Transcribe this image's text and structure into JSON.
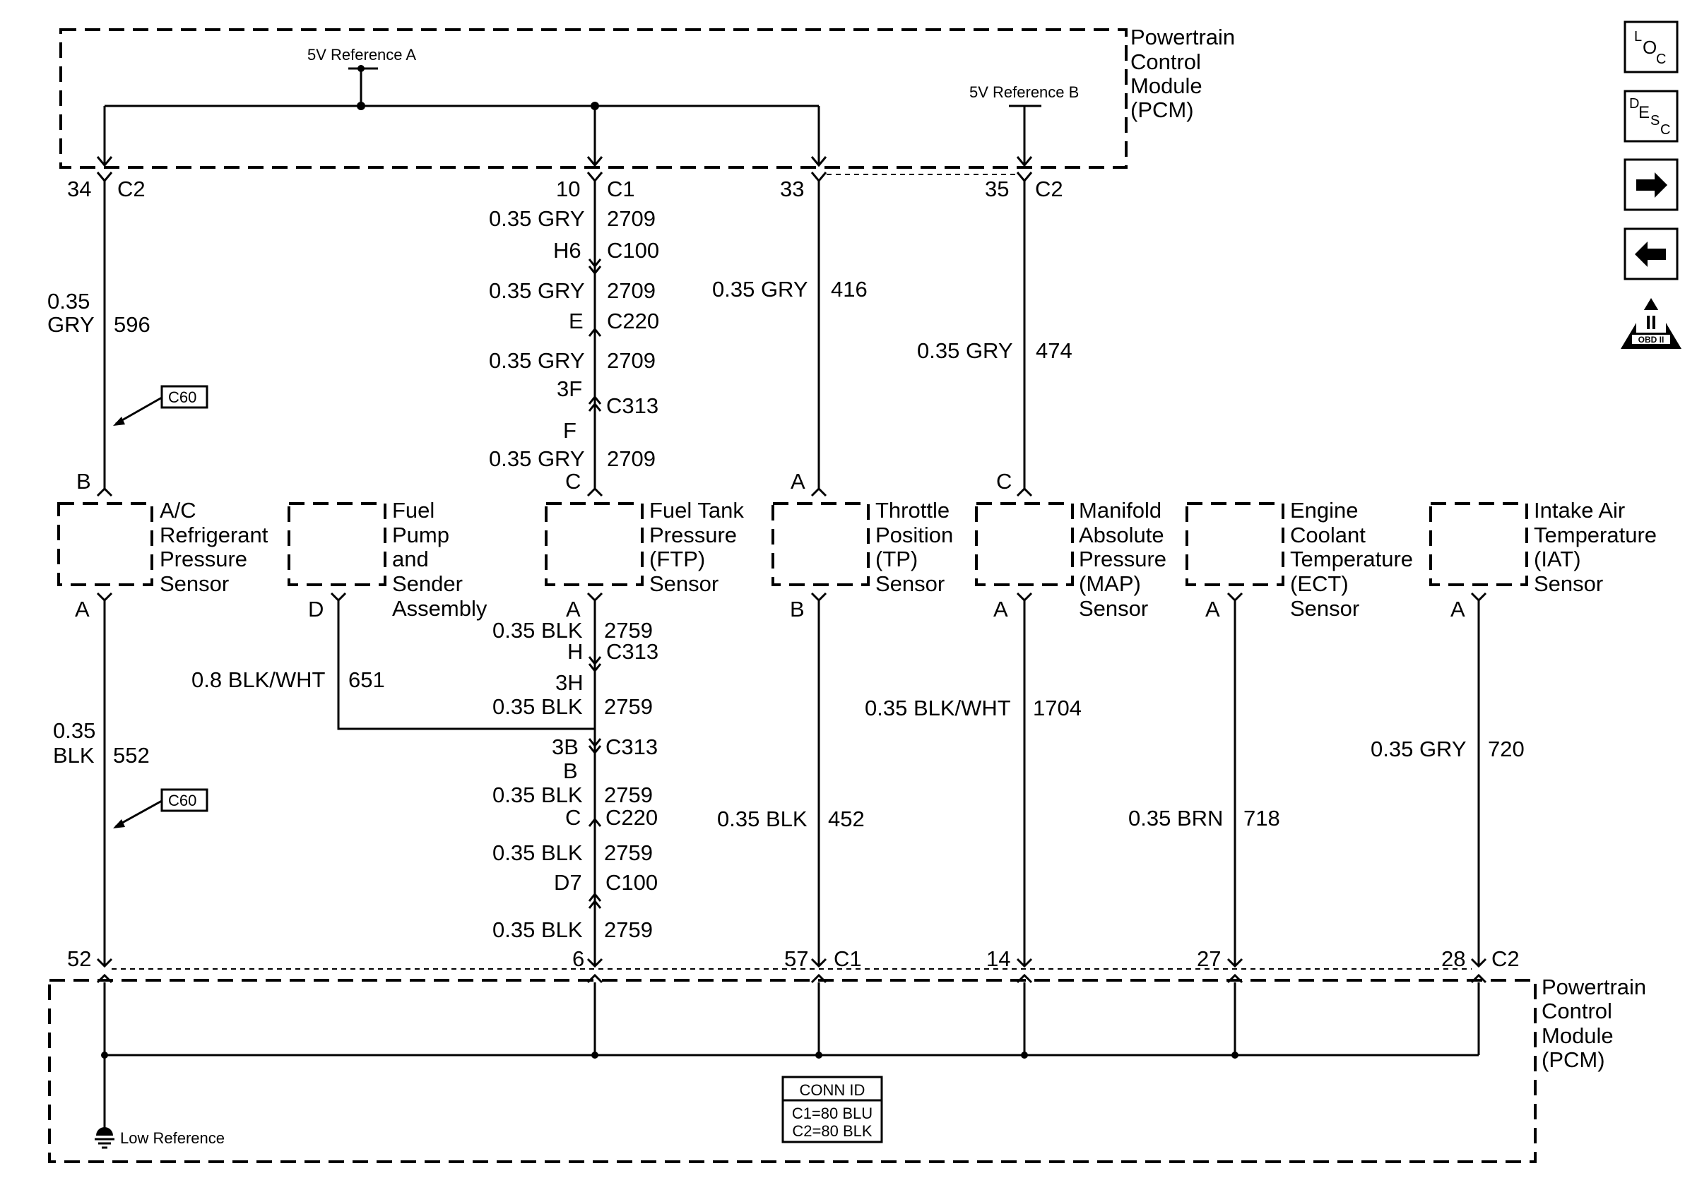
{
  "pcm_top": {
    "lines": [
      "Powertrain",
      "Control",
      "Module",
      "(PCM)"
    ]
  },
  "pcm_bottom": {
    "lines": [
      "Powertrain",
      "Control",
      "Module",
      "(PCM)"
    ]
  },
  "references": {
    "ref_a": "5V Reference A",
    "ref_b": "5V Reference B",
    "low_ref": "Low Reference"
  },
  "conn_id": {
    "title": "CONN ID",
    "c1": "C1=80 BLU",
    "c2": "C2=80 BLK"
  },
  "c60": "C60",
  "nav_icons": {
    "loc": {
      "main": "O",
      "sup": "L",
      "sub": "C"
    },
    "desc": {
      "main": "E",
      "sup": "D",
      "sub": "S",
      "sub2": "C"
    },
    "obd": {
      "main": "II",
      "sub": "OBD II"
    }
  },
  "sensors": [
    {
      "name": [
        "A/C",
        "Refrigerant",
        "Pressure",
        "Sensor"
      ]
    },
    {
      "name": [
        "Fuel",
        "Pump",
        "and",
        "Sender",
        "Assembly"
      ]
    },
    {
      "name": [
        "Fuel Tank",
        "Pressure",
        "(FTP)",
        "Sensor"
      ]
    },
    {
      "name": [
        "Throttle",
        "Position",
        "(TP)",
        "Sensor"
      ]
    },
    {
      "name": [
        "Manifold",
        "Absolute",
        "Pressure",
        "(MAP)",
        "Sensor"
      ]
    },
    {
      "name": [
        "Engine",
        "Coolant",
        "Temperature",
        "(ECT)",
        "Sensor"
      ]
    },
    {
      "name": [
        "Intake Air",
        "Temperature",
        "(IAT)",
        "Sensor"
      ]
    }
  ],
  "pins": {
    "top_34": "34",
    "top_34_conn": "C2",
    "top_10": "10",
    "top_10_conn": "C1",
    "top_33": "33",
    "top_35": "35",
    "top_35_conn": "C2",
    "bot_52": "52",
    "bot_6": "6",
    "bot_57": "57",
    "bot_57_conn": "C1",
    "bot_14": "14",
    "bot_27": "27",
    "bot_28": "28",
    "bot_28_conn": "C2",
    "ac_top": "B",
    "ac_bot": "A",
    "fuel_pump": "D",
    "ftp_top": "C",
    "ftp_bot": "A",
    "tp_top": "A",
    "tp_bot": "B",
    "map_top": "C",
    "map_bot": "A",
    "ect_bot": "A",
    "iat_bot": "A"
  },
  "wires": {
    "ac_sig_color": "0.35\nGRY",
    "ac_sig_circuit": "596",
    "ac_low_color": "0.35\nBLK",
    "ac_low_circuit": "552",
    "ftp_ref_1": "0.35 GRY",
    "ftp_ref_1c": "2709",
    "ftp_ref_2": "0.35 GRY",
    "ftp_ref_2c": "2709",
    "ftp_ref_3": "0.35 GRY",
    "ftp_ref_3c": "2709",
    "ftp_ref_4": "0.35 GRY",
    "ftp_ref_4c": "2709",
    "tp_ref": "0.35 GRY",
    "tp_ref_c": "416",
    "map_ref": "0.35 GRY",
    "map_ref_c": "474",
    "ftp_low_1": "0.35 BLK",
    "ftp_low_1c": "2759",
    "ftp_low_2": "0.35 BLK",
    "ftp_low_2c": "2759",
    "ftp_low_3": "0.35 BLK",
    "ftp_low_3c": "2759",
    "ftp_low_4": "0.35 BLK",
    "ftp_low_4c": "2759",
    "ftp_low_5": "0.35 BLK",
    "ftp_low_5c": "2759",
    "fp_low": "0.8 BLK/WHT",
    "fp_low_c": "651",
    "tp_low": "0.35 BLK",
    "tp_low_c": "452",
    "map_low": "0.35 BLK/WHT",
    "map_low_c": "1704",
    "ect_sig": "0.35 BRN",
    "ect_sig_c": "718",
    "iat_sig": "0.35 GRY",
    "iat_sig_c": "720"
  },
  "connectors": {
    "h6": "H6",
    "c100a": "C100",
    "e": "E",
    "c220a": "C220",
    "3f": "3F",
    "c313a": "C313",
    "f": "F",
    "h": "H",
    "c313b": "C313",
    "3h": "3H",
    "3b": "3B",
    "c313c": "C313",
    "b": "B",
    "c": "C",
    "c220b": "C220",
    "d7": "D7",
    "c100b": "C100"
  }
}
